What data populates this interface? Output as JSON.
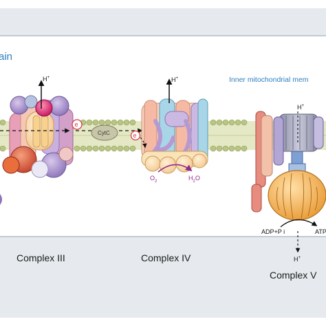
{
  "diagram": {
    "title_fragment": "ain",
    "membrane_label": "Inner mitochondrial mem",
    "electron_symbol": "e",
    "cytc_label": "CytC",
    "proton": "H",
    "proton_charge": "+",
    "o2": "O",
    "o2_sub": "2",
    "water_h": "H",
    "water_sub": "2",
    "water_o": "O",
    "adp_label": "ADP+P i",
    "atp_label": "ATP",
    "complexes": [
      {
        "label": "Complex III"
      },
      {
        "label": "Complex IV"
      },
      {
        "label": "Complex V"
      }
    ]
  },
  "colors": {
    "header_band": "#e6eaee",
    "blue_label": "#2e7fbf",
    "membrane": "#d9dfb0",
    "head_group": "#b9c583",
    "electron": "#d6374b",
    "oxygen_arrow": "#8e2c8c",
    "atp_synthase": "#f3bf6c"
  }
}
